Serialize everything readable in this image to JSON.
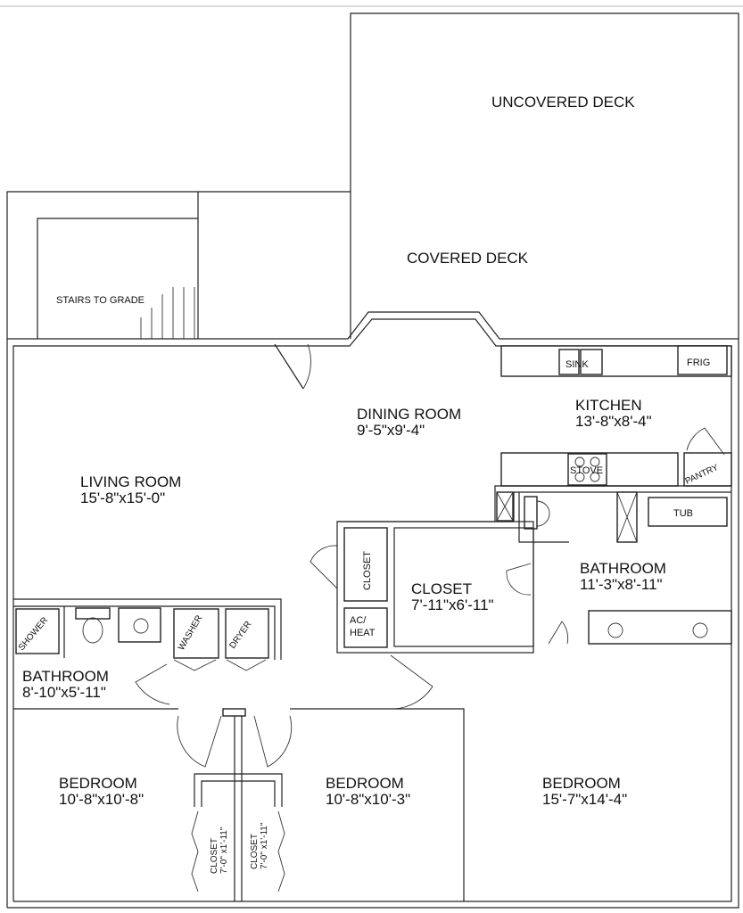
{
  "title": "Floor Plan",
  "labels": {
    "uncovered_deck": "UNCOVERED DECK",
    "covered_deck": "COVERED DECK",
    "stairs": "STAIRS TO GRADE",
    "sink": "SINK",
    "frig": "FRIG",
    "stove": "STOVE",
    "pantry": "PANTRY",
    "tub": "TUB",
    "closet_small": "CLOSET",
    "ac_heat_1": "AC/",
    "ac_heat_2": "HEAT",
    "shower": "SHOWER",
    "washer": "WASHER",
    "dryer": "DRYER"
  },
  "rooms": {
    "living": {
      "name": "LIVING ROOM",
      "size": "15'-8\"x15'-0\""
    },
    "dining": {
      "name": "DINING ROOM",
      "size": "9'-5\"x9'-4\""
    },
    "kitchen": {
      "name": "KITCHEN",
      "size": "13'-8\"x8'-4\""
    },
    "closet": {
      "name": "CLOSET",
      "size": "7'-11\"x6'-11\""
    },
    "bath_main": {
      "name": "BATHROOM",
      "size": "11'-3\"x8'-11\""
    },
    "bath_small": {
      "name": "BATHROOM",
      "size": "8'-10\"x5'-11\""
    },
    "bed1": {
      "name": "BEDROOM",
      "size": "10'-8\"x10'-8\""
    },
    "bed2": {
      "name": "BEDROOM",
      "size": "10'-8\"x10'-3\""
    },
    "bed3": {
      "name": "BEDROOM",
      "size": "15'-7\"x14'-4\""
    },
    "closet_a": {
      "name": "CLOSET",
      "size": "7'-0\" x1'-11\""
    },
    "closet_b": {
      "name": "CLOSET",
      "size": "7'-0\" x1'-11\""
    }
  }
}
